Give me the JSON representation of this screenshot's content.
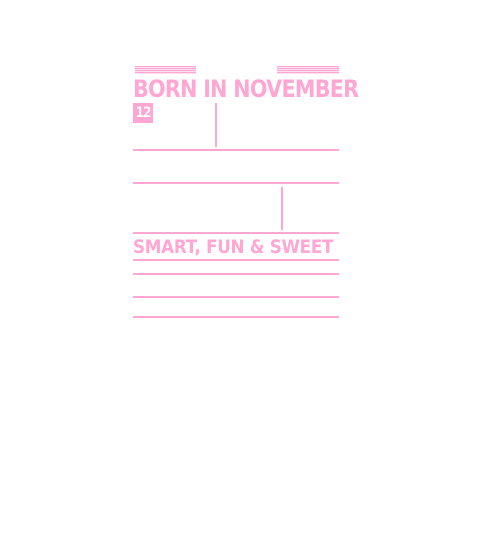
{
  "design": {
    "title": "BORN IN NOVEMBER",
    "number": "12",
    "tagline": "SMART, FUN & SWEET",
    "accent_color": "#ffa6d3"
  }
}
